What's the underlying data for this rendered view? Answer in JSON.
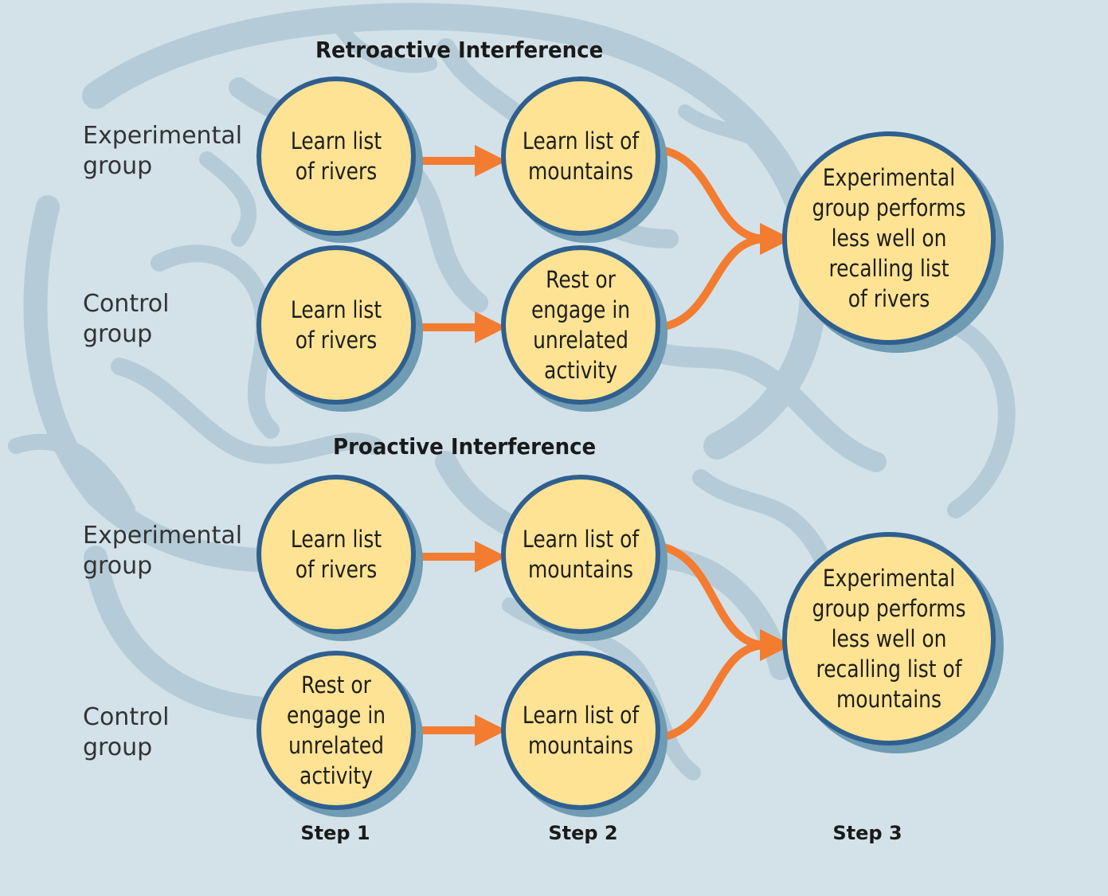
{
  "colors": {
    "background": "#d3e2e9",
    "circle_fill": "#fde393",
    "circle_border": "#2f5f8f",
    "circle_shadow": "#6f9bb3",
    "arrow": "#f47c30",
    "brain_lines": "#b5ccd8"
  },
  "retroactive": {
    "title": "Retroactive Interference",
    "experimental_label": "Experimental\ngroup",
    "control_label": "Control\ngroup",
    "exp_step1": "Learn list\nof rivers",
    "exp_step2": "Learn list of\nmountains",
    "ctrl_step1": "Learn list\nof rivers",
    "ctrl_step2": "Rest or\nengage in\nunrelated\nactivity",
    "result": "Experimental\ngroup performs\nless well on\nrecalling list\nof rivers"
  },
  "proactive": {
    "title": "Proactive Interference",
    "experimental_label": "Experimental\ngroup",
    "control_label": "Control\ngroup",
    "exp_step1": "Learn list\nof rivers",
    "exp_step2": "Learn list of\nmountains",
    "ctrl_step1": "Rest or\nengage in\nunrelated\nactivity",
    "ctrl_step2": "Learn list of\nmountains",
    "result": "Experimental\ngroup performs\nless well on\nrecalling list of\nmountains"
  },
  "steps": [
    "Step 1",
    "Step 2",
    "Step 3"
  ]
}
